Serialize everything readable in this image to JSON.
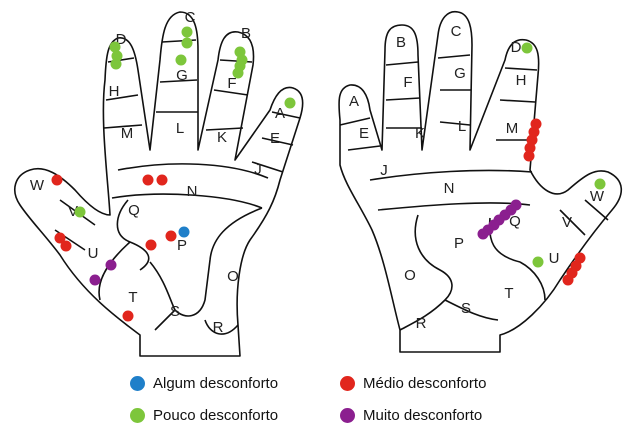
{
  "colors": {
    "algum": "#1f7fc9",
    "pouco": "#7dc63b",
    "medio": "#e1261d",
    "muito": "#8b1f8f"
  },
  "left_hand": {
    "labels": [
      "A",
      "B",
      "C",
      "D",
      "E",
      "F",
      "G",
      "H",
      "J",
      "K",
      "L",
      "M",
      "N",
      "O",
      "P",
      "Q",
      "R",
      "S",
      "T",
      "U",
      "V",
      "W"
    ]
  },
  "right_hand": {
    "labels": [
      "A",
      "B",
      "C",
      "D",
      "E",
      "F",
      "G",
      "H",
      "J",
      "K",
      "L",
      "M",
      "N",
      "O",
      "P",
      "Q",
      "R",
      "S",
      "T",
      "U",
      "V",
      "W"
    ]
  },
  "legend": [
    {
      "key": "algum",
      "label": "Algum desconforto"
    },
    {
      "key": "medio",
      "label": "Médio desconforto"
    },
    {
      "key": "pouco",
      "label": "Pouco desconforto"
    },
    {
      "key": "muito",
      "label": "Muito desconforto"
    }
  ]
}
